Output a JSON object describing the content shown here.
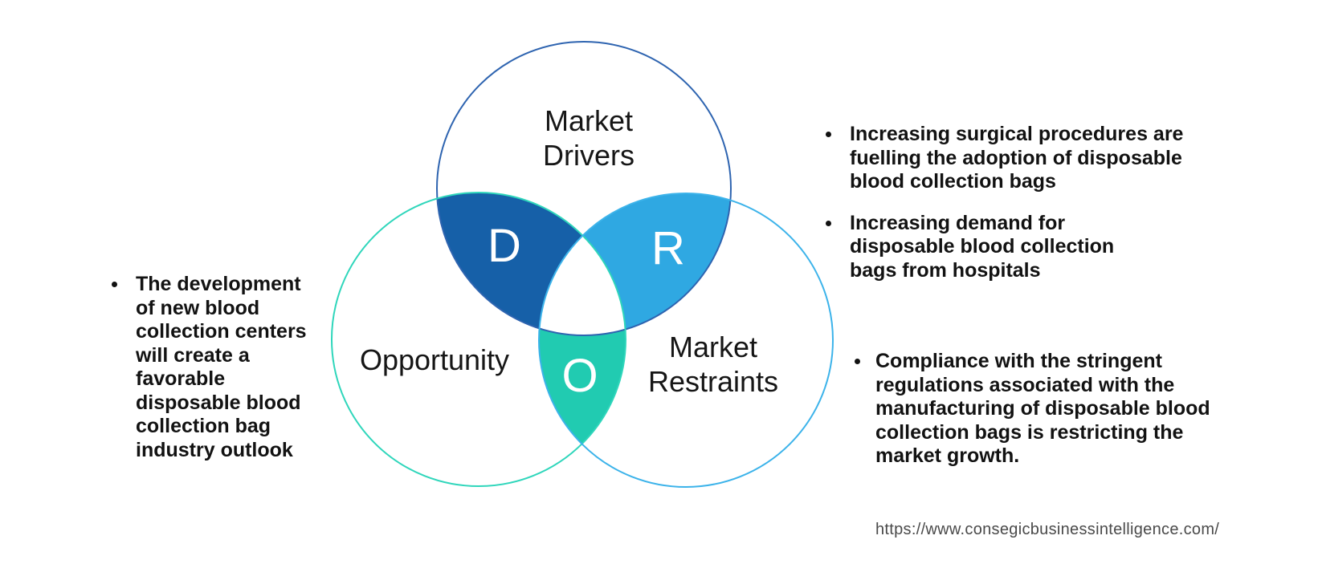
{
  "venn": {
    "colors": {
      "drivers_fill": "#1660A8",
      "restraints_fill": "#2FA8E2",
      "opportunity_fill": "#21CBB1",
      "drivers_stroke": "#2E64B0",
      "opportunity_stroke": "#2FD6BB",
      "restraints_stroke": "#3CB3EA"
    },
    "labels": {
      "drivers_line1": "Market",
      "drivers_line2": "Drivers",
      "opportunity": "Opportunity",
      "restraints_line1": "Market",
      "restraints_line2": "Restraints"
    },
    "letters": {
      "drivers": "D",
      "restraints": "R",
      "opportunity": "O"
    }
  },
  "notes": {
    "left": {
      "text": "The development\nof new blood\ncollection centers\nwill create a\nfavorable\ndisposable blood\ncollection bag\nindustry outlook"
    },
    "top_right": [
      {
        "text": "Increasing surgical procedures are\nfuelling the adoption of disposable\nblood collection bags"
      },
      {
        "text": "Increasing demand for\ndisposable blood collection\nbags from hospitals"
      }
    ],
    "bottom_right": {
      "text": "Compliance with the stringent\nregulations associated with the\nmanufacturing of disposable blood\ncollection bags is restricting the\nmarket growth."
    }
  },
  "footer": {
    "source_url": "https://www.consegicbusinessintelligence.com/"
  }
}
